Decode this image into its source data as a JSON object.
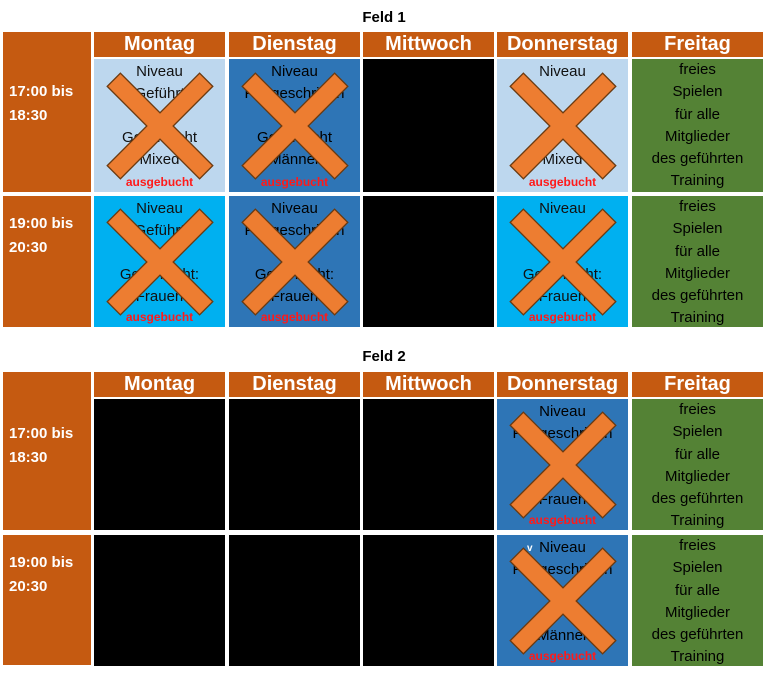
{
  "sections": [
    {
      "title": "Feld 1",
      "days": [
        "Montag",
        "Dienstag",
        "Mittwoch",
        "Donnerstag",
        "Freitag"
      ],
      "rows": [
        {
          "time": "17:00 bis\n18:30",
          "cells": [
            {
              "color": "light",
              "text": "Niveau\nGeführt\n\nGeschlecht\nMixed",
              "booked": "ausgebucht",
              "crossed": true
            },
            {
              "color": "blue",
              "text": "Niveau\nFortgeschritten\n\nGeschlecht\nMänner",
              "booked": "ausgebucht",
              "crossed": true
            },
            {
              "color": "black",
              "text": "",
              "booked": "",
              "crossed": false
            },
            {
              "color": "light",
              "text": "Niveau\n\n\n\nMixed",
              "booked": "ausgebucht",
              "crossed": true
            },
            {
              "color": "green",
              "text": "freies\nSpielen\nfür alle\nMitglieder\ndes geführten\nTraining",
              "booked": "",
              "crossed": false
            }
          ]
        },
        {
          "time": "19:00 bis\n20:30",
          "cells": [
            {
              "color": "cyan",
              "text": "Niveau\nGeführt\n\nGeschlecht:\nFrauen",
              "booked": "ausgebucht",
              "crossed": true
            },
            {
              "color": "blue",
              "text": "Niveau\nFortgeschritten\n\nGeschlecht:\nFrauen",
              "booked": "ausgebucht",
              "crossed": true
            },
            {
              "color": "black",
              "text": "",
              "booked": "",
              "crossed": false
            },
            {
              "color": "cyan",
              "text": "Niveau\n\n\nGeschlecht:\nFrauen",
              "booked": "ausgebucht",
              "crossed": true
            },
            {
              "color": "green",
              "text": "freies\nSpielen\nfür alle\nMitglieder\ndes geführten\nTraining",
              "booked": "",
              "crossed": false
            }
          ]
        }
      ]
    },
    {
      "title": "Feld 2",
      "days": [
        "Montag",
        "Dienstag",
        "Mittwoch",
        "Donnerstag",
        "Freitag"
      ],
      "rows": [
        {
          "time": "17:00 bis\n18:30",
          "cells": [
            {
              "color": "black",
              "text": "",
              "booked": "",
              "crossed": false
            },
            {
              "color": "black",
              "text": "",
              "booked": "",
              "crossed": false
            },
            {
              "color": "black",
              "text": "",
              "booked": "",
              "crossed": false
            },
            {
              "color": "blue",
              "text": "Niveau\nFortgeschritten\n\n\nFrauen",
              "booked": "ausgebucht",
              "crossed": true
            },
            {
              "color": "green",
              "text": "freies\nSpielen\nfür alle\nMitglieder\ndes geführten\nTraining",
              "booked": "",
              "crossed": false
            }
          ]
        },
        {
          "time": "19:00 bis\n20:30",
          "cells": [
            {
              "color": "black",
              "text": "",
              "booked": "",
              "crossed": false
            },
            {
              "color": "black",
              "text": "",
              "booked": "",
              "crossed": false
            },
            {
              "color": "black",
              "text": "",
              "booked": "",
              "crossed": false
            },
            {
              "color": "blue",
              "text": "Niveau\nFortgeschritten\n\n\nMänner",
              "booked": "ausgebucht",
              "crossed": true,
              "mark": "v"
            },
            {
              "color": "green",
              "text": "freies\nSpielen\nfür alle\nMitglieder\ndes geführten\nTraining",
              "booked": "",
              "crossed": false
            }
          ]
        }
      ]
    }
  ],
  "colors": {
    "header": "#c55a11",
    "light": "#bdd7ee",
    "blue": "#2e75b6",
    "cyan": "#00b0f0",
    "green": "#548235",
    "black": "#000000",
    "cross": "#ed7d31",
    "booked": "#ff1a1a"
  }
}
